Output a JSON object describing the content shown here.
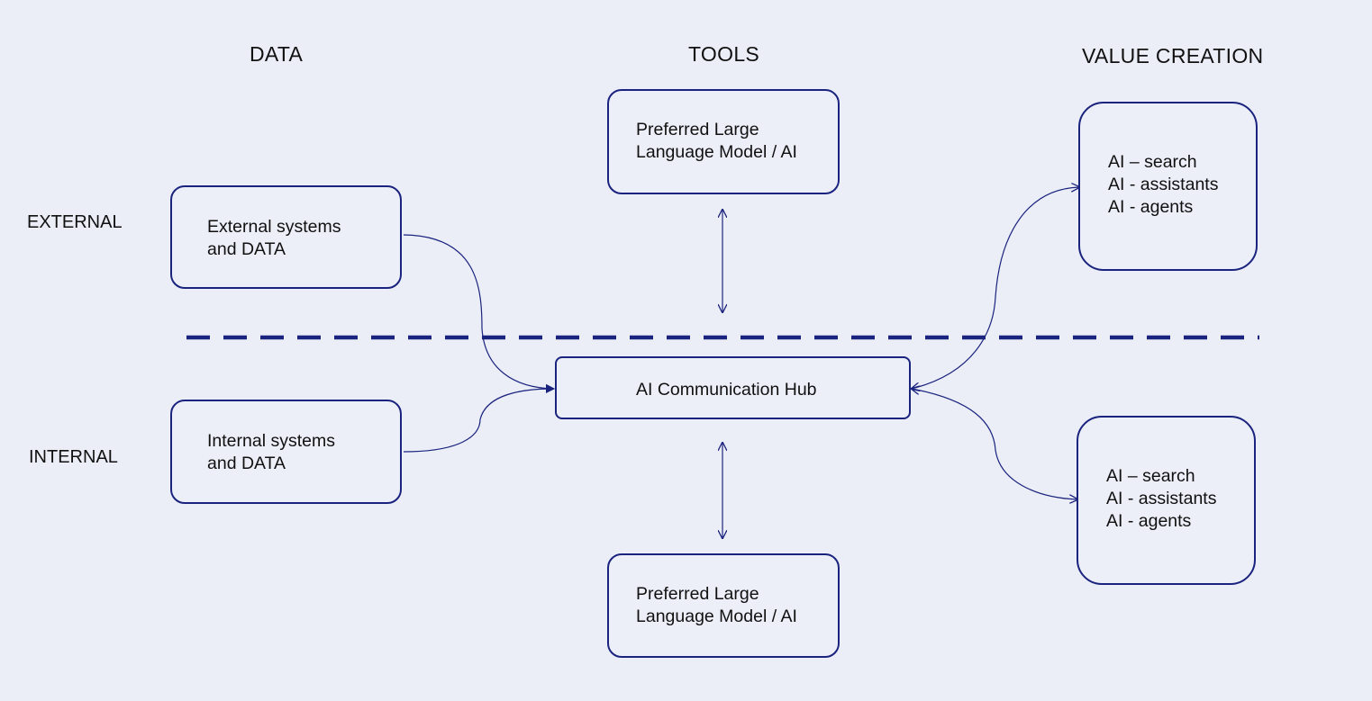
{
  "columns": {
    "data": "DATA",
    "tools": "TOOLS",
    "value": "VALUE CREATION"
  },
  "rows": {
    "external": "EXTERNAL",
    "internal": "INTERNAL"
  },
  "boxes": {
    "external_data": [
      "External systems",
      "and DATA"
    ],
    "internal_data": [
      "Internal systems",
      "and DATA"
    ],
    "llm_top": [
      "Preferred Large",
      "Language Model / AI"
    ],
    "llm_bottom": [
      "Preferred Large",
      "Language Model / AI"
    ],
    "hub": "AI Communication Hub",
    "value_top": [
      "AI – search",
      "AI - assistants",
      "AI - agents"
    ],
    "value_bottom": [
      "AI – search",
      "AI - assistants",
      "AI - agents"
    ]
  },
  "colors": {
    "stroke": "#1a237e",
    "background": "#ebedf7"
  }
}
